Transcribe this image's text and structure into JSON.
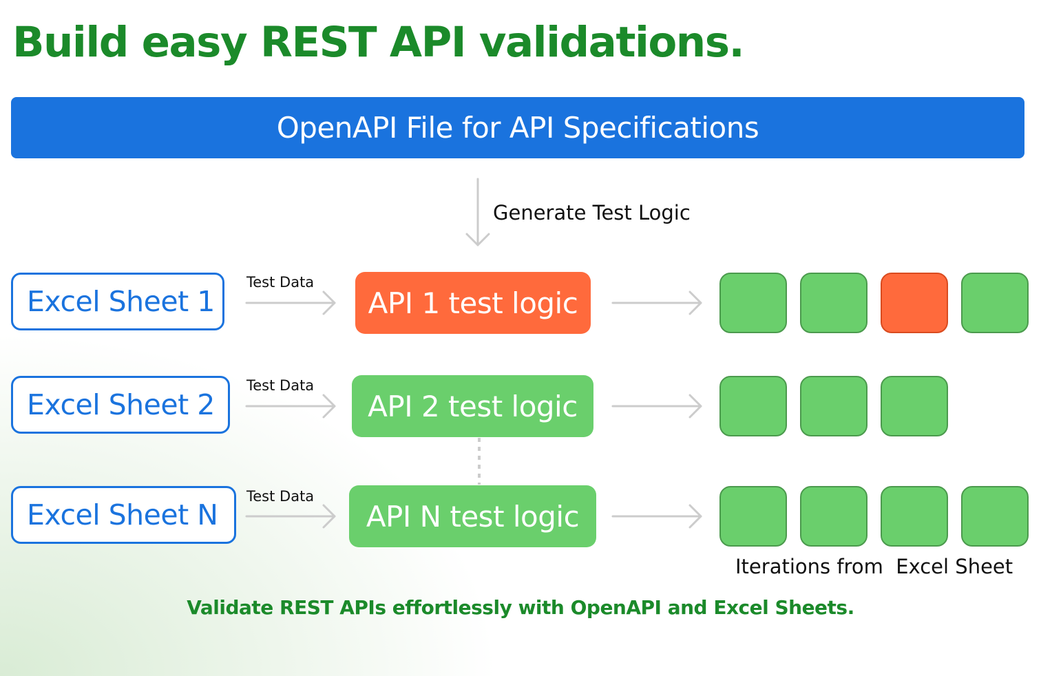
{
  "title": "Build easy REST API validations.",
  "spec_bar": {
    "label": "OpenAPI File for API Specifications"
  },
  "generate_label": "Generate Test Logic",
  "rows": [
    {
      "sheet": "Excel Sheet 1",
      "test_data": "Test Data",
      "api": "API 1 test logic",
      "api_status": "fail",
      "iterations": [
        "pass",
        "pass",
        "fail",
        "pass"
      ]
    },
    {
      "sheet": "Excel Sheet 2",
      "test_data": "Test Data",
      "api": "API 2 test logic",
      "api_status": "pass",
      "iterations": [
        "pass",
        "pass",
        "pass"
      ]
    },
    {
      "sheet": "Excel Sheet N",
      "test_data": "Test Data",
      "api": "API N test logic",
      "api_status": "pass",
      "iterations": [
        "pass",
        "pass",
        "pass",
        "pass"
      ]
    }
  ],
  "iterations_label": "Iterations from  Excel Sheet",
  "footer": "Validate REST APIs effortlessly with OpenAPI and Excel Sheets.",
  "colors": {
    "title_green": "#1b8a2a",
    "spec_blue": "#1a73de",
    "pass_green": "#6acf6c",
    "fail_orange": "#ff6a3c",
    "arrow_gray": "#cccccc"
  }
}
